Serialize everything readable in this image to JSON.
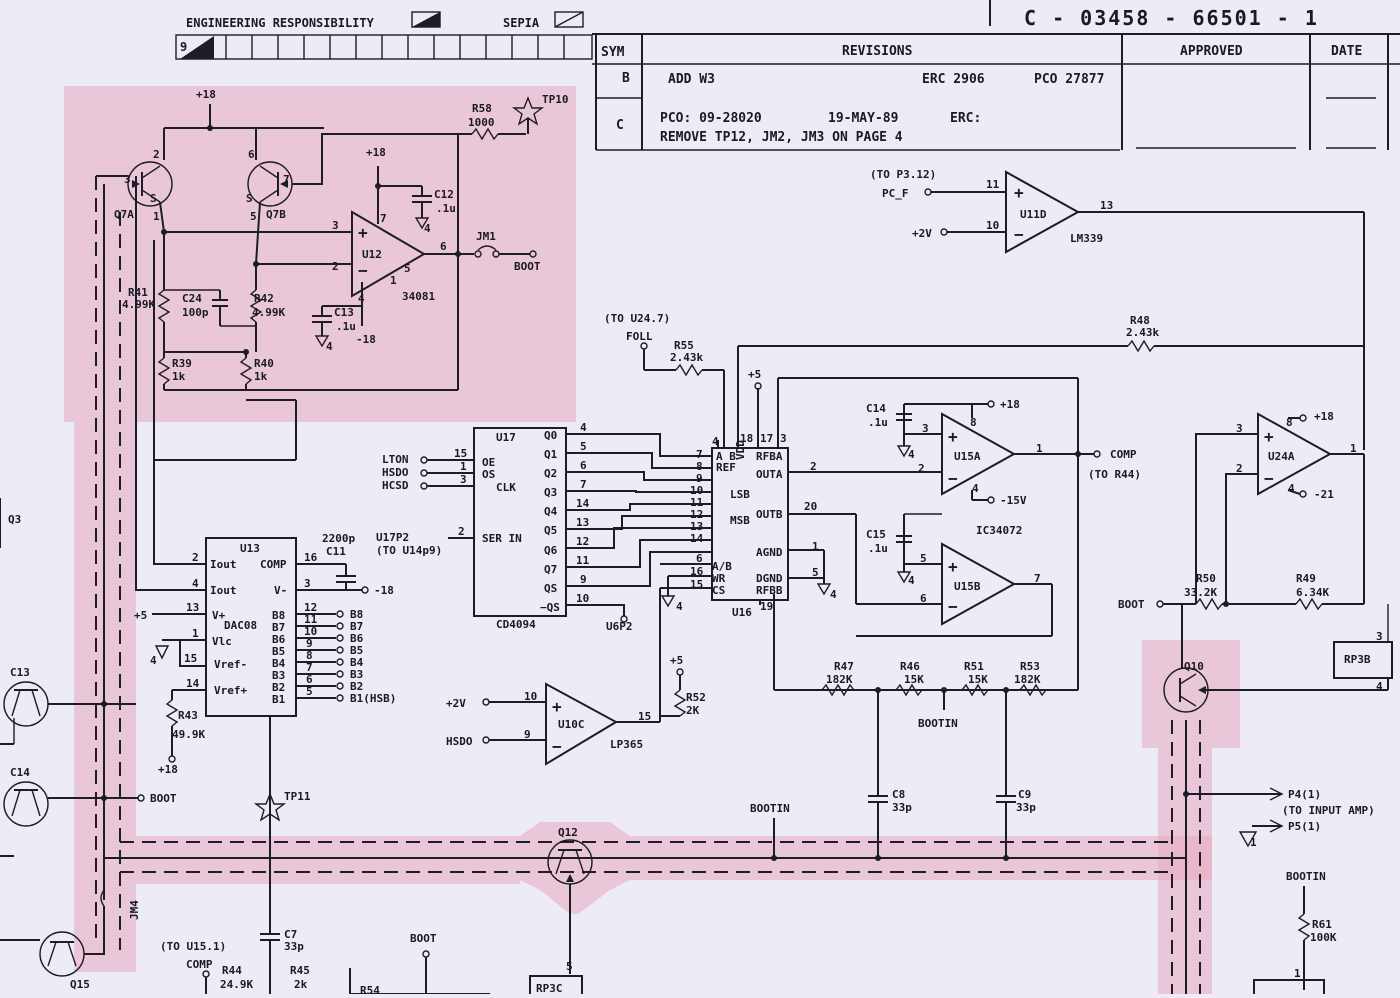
{
  "title_block": {
    "engineering_responsibility": "ENGINEERING RESPONSIBILITY",
    "sepia": "SEPIA",
    "box_digit": "9",
    "drawing_number": "C - 03458 - 66501 - 1"
  },
  "revisions": {
    "headers": {
      "sym": "SYM",
      "revisions": "REVISIONS",
      "approved": "APPROVED",
      "date": "DATE"
    },
    "rows": [
      {
        "sym": "B",
        "line1": "ADD W3",
        "erc": "ERC 2906",
        "pco": "PCO 27877",
        "line2": ""
      },
      {
        "sym": "C",
        "line1": "PCO: 09-28020",
        "erc": "19-MAY-89",
        "pco": "ERC:",
        "line2": "REMOVE TP12, JM2, JM3 ON PAGE 4"
      }
    ]
  },
  "labels": {
    "p18a": "+18",
    "p18b": "+18",
    "q7a": "Q7A",
    "q7b": "Q7B",
    "r58": "R58",
    "r58v": "1000",
    "tp10": "TP10",
    "c12": "C12",
    ".1u": ".1u",
    "u12": "U12",
    "u12p": "34081",
    "jm1": "JM1",
    "boot1": "BOOT",
    "r41": "R41",
    "r41v": "4.99K",
    "c24": "C24",
    "c24v": "100p",
    "r42": "R42",
    "r42v": "4.99K",
    "c13": "C13",
    "c13v": ".1u",
    "m18": "-18",
    "r39": "R39",
    "r39v": "1k",
    "r40": "R40",
    "r40v": "1k",
    "p3": "(TO P3.12)",
    "pcf": "PC_F",
    "p2v": "+2V",
    "u11d": "U11D",
    "lm339": "LM339",
    "tou24": "(TO U24.7)",
    "foll": "FOLL",
    "r55": "R55",
    "r55v": "2.43k",
    "r48": "R48",
    "r48v": "2.43k",
    "p5": "+5",
    "u17": "U17",
    "lton": "LTON",
    "hsdo": "HSDO",
    "hcsd": "HCSD",
    "oe": "OE",
    "os": "OS",
    "clk": "CLK",
    "serin": "SER IN",
    "u17p2": "U17P2",
    "tou14": "(TO U14p9)",
    "cd4094": "CD4094",
    "u6p2": "U6P2",
    "u16": "U16",
    "ref": "REF",
    "lsb": "LSB",
    "msb": "MSB",
    "outa": "OUTA",
    "outb": "OUTB",
    "rfba": "RFBA",
    "rfbb": "RFBB",
    "agnd": "AGND",
    "dgnd": "DGND",
    "ab": "A/B",
    "wr": "WR",
    "cs": "CS",
    "vdd": "VDD",
    "c14": "C14",
    "c14v": ".1u",
    "u15a": "U15A",
    "comp": "COMP",
    "tor44": "(TO R44)",
    "m15v": "-15V",
    "ic": "IC34072",
    "c15": "C15",
    "c15v": ".1u",
    "u15b": "U15B",
    "u24a": "U24A",
    "m21": "-21",
    "r50": "R50",
    "r50v": "33.2K",
    "r49": "R49",
    "r49v": "6.34K",
    "boot2": "BOOT",
    "rp3b": "RP3B",
    "r47": "R47",
    "r47v": "182K",
    "r46": "R46",
    "r46v": "15K",
    "r51": "R51",
    "r51v": "15K",
    "r53": "R53",
    "r53v": "182K",
    "bootin1": "BOOTIN",
    "u13": "U13",
    "iout": "Iout",
    "iout2": "Iout",
    "comp2": "COMP",
    "vminus": "V-",
    "vplus": "V+",
    "dac": "DAC08",
    "vlc": "Vlc",
    "vref1": "Vref-",
    "vref2": "Vref+",
    "c11": "C11",
    "c11v": "2200p",
    "m18b": "-18",
    "p5b": "+5",
    "r43": "R43",
    "r43v": "49.9K",
    "p18c": "+18",
    "b8": "B8",
    "b7": "B7",
    "b6": "B6",
    "b5": "B5",
    "b4": "B4",
    "b3": "B3",
    "b2": "B2",
    "b1": "B1(HSB)",
    "ib8": "B8",
    "ib7": "B7",
    "ib6": "B6",
    "ib5": "B5",
    "ib4": "B4",
    "ib3": "B3",
    "ib2": "B2",
    "ib1": "B1",
    "q3": "Q3",
    "c13q": "C13",
    "c14q": "C14",
    "boot3": "BOOT",
    "tp11": "TP11",
    "jm4": "JM4",
    "q15": "Q15",
    "p2vb": "+2V",
    "hsdo2": "HSDO",
    "u10c": "U10C",
    "lp365": "LP365",
    "p5c": "+5",
    "r52": "R52",
    "r52v": "2K",
    "q12": "Q12",
    "bootin2": "BOOTIN",
    "c8": "C8",
    "c8v": "33p",
    "c9": "C9",
    "c9v": "33p",
    "q10": "Q10",
    "p4": "P4(1)",
    "toinput": "(TO INPUT AMP)",
    "p5o": "P5(1)",
    "bootin3": "BOOTIN",
    "r61": "R61",
    "r61v": "100K",
    "tou15": "(TO U15.1)",
    "comp3": "COMP",
    "r44": "R44",
    "r44v": "24.9K",
    "r45": "R45",
    "r45v": "2k",
    "r54": "R54",
    "c7": "C7",
    "c7v": "33p",
    "boot4": "BOOT",
    "rp3c": "RP3C"
  }
}
